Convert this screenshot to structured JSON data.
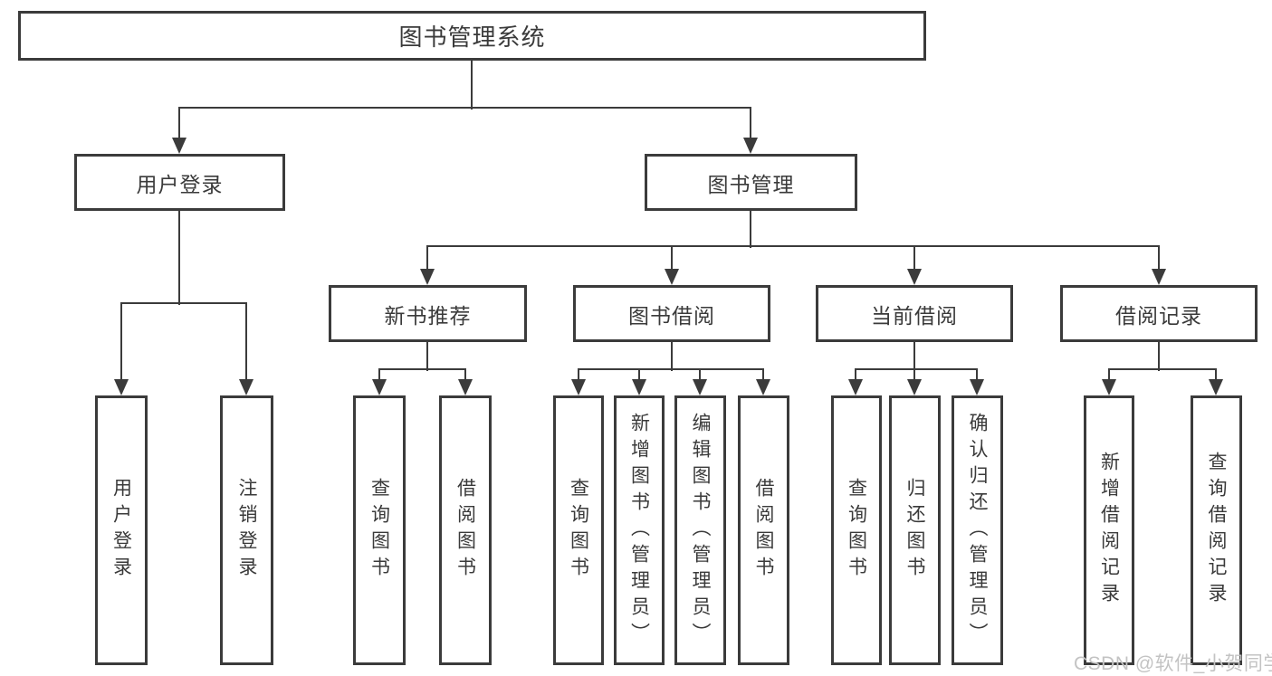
{
  "diagram": {
    "title": "图书管理系统",
    "root": {
      "label": "图书管理系统",
      "children": [
        {
          "label": "用户登录",
          "children": [
            {
              "label": "用户登录"
            },
            {
              "label": "注销登录"
            }
          ]
        },
        {
          "label": "图书管理",
          "children": [
            {
              "label": "新书推荐",
              "children": [
                {
                  "label": "查询图书"
                },
                {
                  "label": "借阅图书"
                }
              ]
            },
            {
              "label": "图书借阅",
              "children": [
                {
                  "label": "查询图书"
                },
                {
                  "label": "新增图书（管理员）"
                },
                {
                  "label": "编辑图书（管理员）"
                },
                {
                  "label": "借阅图书"
                }
              ]
            },
            {
              "label": "当前借阅",
              "children": [
                {
                  "label": "查询图书"
                },
                {
                  "label": "归还图书"
                },
                {
                  "label": "确认归还（管理员）"
                }
              ]
            },
            {
              "label": "借阅记录",
              "children": [
                {
                  "label": "新增借阅记录"
                },
                {
                  "label": "查询借阅记录"
                }
              ]
            }
          ]
        }
      ]
    }
  },
  "watermark": {
    "text": "CSDN @软件_小贺同学"
  },
  "colors": {
    "line": "#3b3b3b",
    "text": "#3a3a3a",
    "watermark": "#c3c3c3",
    "background": "#ffffff"
  }
}
